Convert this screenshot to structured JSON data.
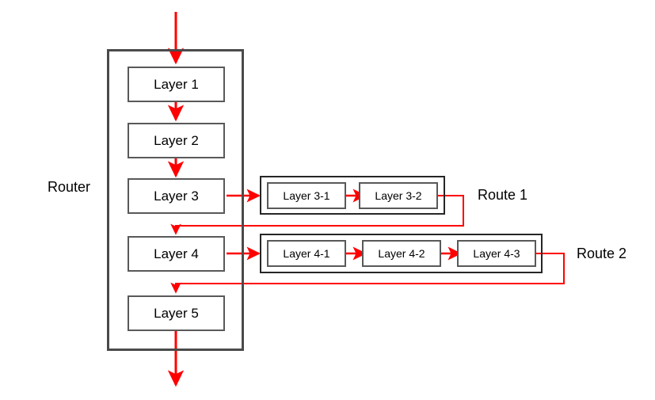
{
  "diagram": {
    "title_labels": {
      "router": "Router",
      "route1": "Route 1",
      "route2": "Route 2"
    },
    "colors": {
      "flow_arrow": "#ff0000",
      "box_border": "#595959",
      "group_border": "#262626",
      "container_border": "#4a4a4a",
      "text": "#000000",
      "background": "#ffffff"
    },
    "router_layers": [
      {
        "id": "layer-1",
        "label": "Layer 1"
      },
      {
        "id": "layer-2",
        "label": "Layer 2"
      },
      {
        "id": "layer-3",
        "label": "Layer 3"
      },
      {
        "id": "layer-4",
        "label": "Layer 4"
      },
      {
        "id": "layer-5",
        "label": "Layer 5"
      }
    ],
    "route1_layers": [
      {
        "id": "layer-3-1",
        "label": "Layer 3-1"
      },
      {
        "id": "layer-3-2",
        "label": "Layer 3-2"
      }
    ],
    "route2_layers": [
      {
        "id": "layer-4-1",
        "label": "Layer 4-1"
      },
      {
        "id": "layer-4-2",
        "label": "Layer 4-2"
      },
      {
        "id": "layer-4-3",
        "label": "Layer 4-3"
      }
    ]
  }
}
